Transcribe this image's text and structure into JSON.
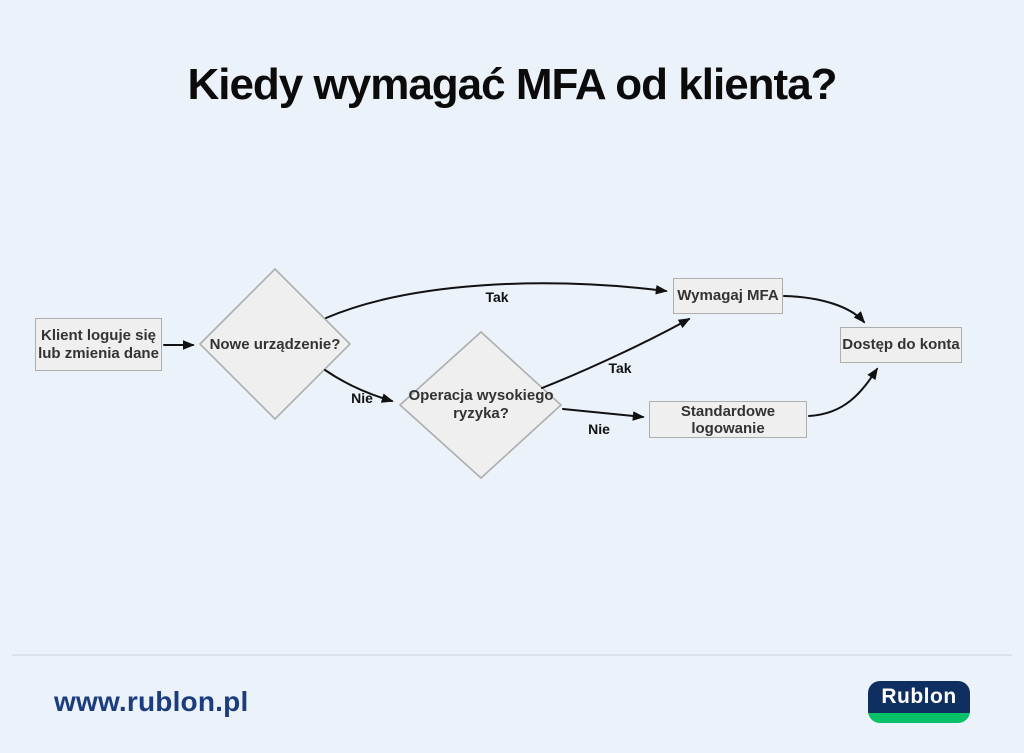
{
  "title": "Kiedy wymagać MFA od klienta?",
  "flowchart": {
    "nodes": {
      "start": {
        "lines": [
          "Klient loguje się",
          "lub zmienia dane"
        ]
      },
      "new_device": {
        "label": "Nowe urządzenie?"
      },
      "high_risk": {
        "lines": [
          "Operacja wysokiego",
          "ryzyka?"
        ]
      },
      "require_mfa": {
        "label": "Wymagaj MFA"
      },
      "standard_login": {
        "lines": [
          "Standardowe",
          "logowanie"
        ]
      },
      "account_access": {
        "label": "Dostęp do konta"
      }
    },
    "edge_labels": {
      "new_device_yes": "Tak",
      "new_device_no": "Nie",
      "high_risk_yes": "Tak",
      "high_risk_no": "Nie"
    }
  },
  "footer": {
    "website": "www.rublon.pl",
    "logo_text": "Rublon"
  },
  "colors": {
    "background": "#ecf2fa",
    "node_fill": "#efefef",
    "node_border": "#aeaeae",
    "node_text": "#333333",
    "arrow": "#111111",
    "title_text": "#0b0b0b",
    "website_text": "#1c3d7d",
    "divider": "#dce3ee",
    "logo_navy": "#0e2f5f",
    "logo_green": "#06c167",
    "logo_text_color": "#ffffff"
  }
}
